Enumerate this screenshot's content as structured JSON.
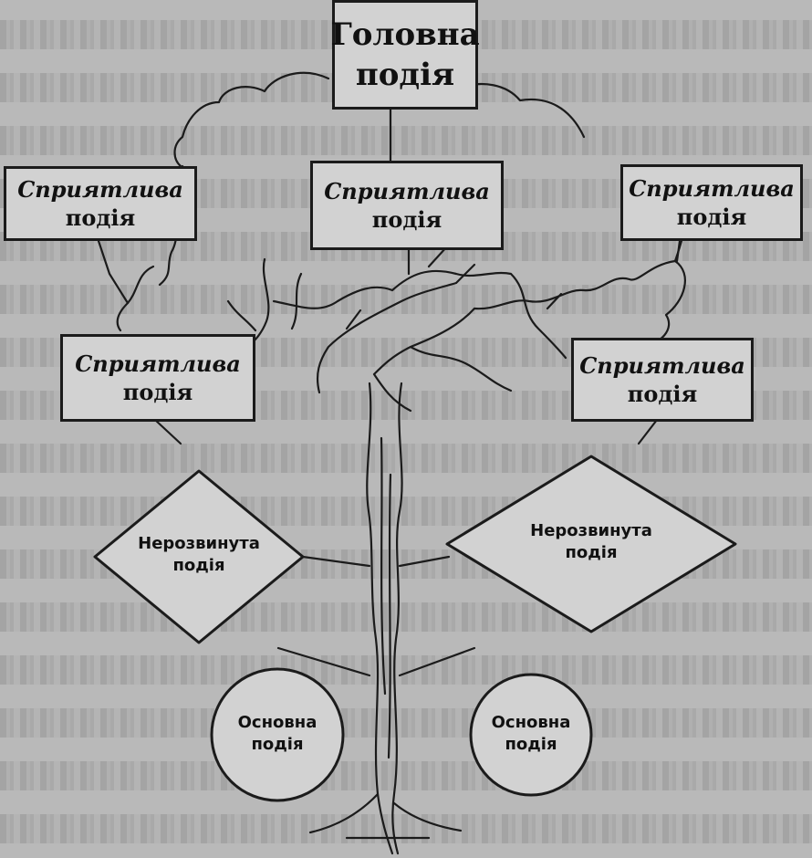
{
  "diagram": {
    "top_event": {
      "line1": "Головна",
      "line2": "подія"
    },
    "favorable_events": [
      {
        "line1": "Сприятлива",
        "line2": "подія"
      },
      {
        "line1": "Сприятлива",
        "line2": "подія"
      },
      {
        "line1": "Сприятлива",
        "line2": "подія"
      },
      {
        "line1": "Сприятлива",
        "line2": "подія"
      },
      {
        "line1": "Сприятлива",
        "line2": "подія"
      }
    ],
    "undeveloped_events": [
      {
        "line1": "Нерозвинута",
        "line2": "подія"
      },
      {
        "line1": "Нерозвинута",
        "line2": "подія"
      }
    ],
    "basic_events": [
      {
        "line1": "Основна",
        "line2": "подія"
      },
      {
        "line1": "Основна",
        "line2": "подія"
      }
    ]
  },
  "colors": {
    "background": "#b9b9b9",
    "ink": "#1b1b1b",
    "box_fill": "#d2d2d2"
  }
}
